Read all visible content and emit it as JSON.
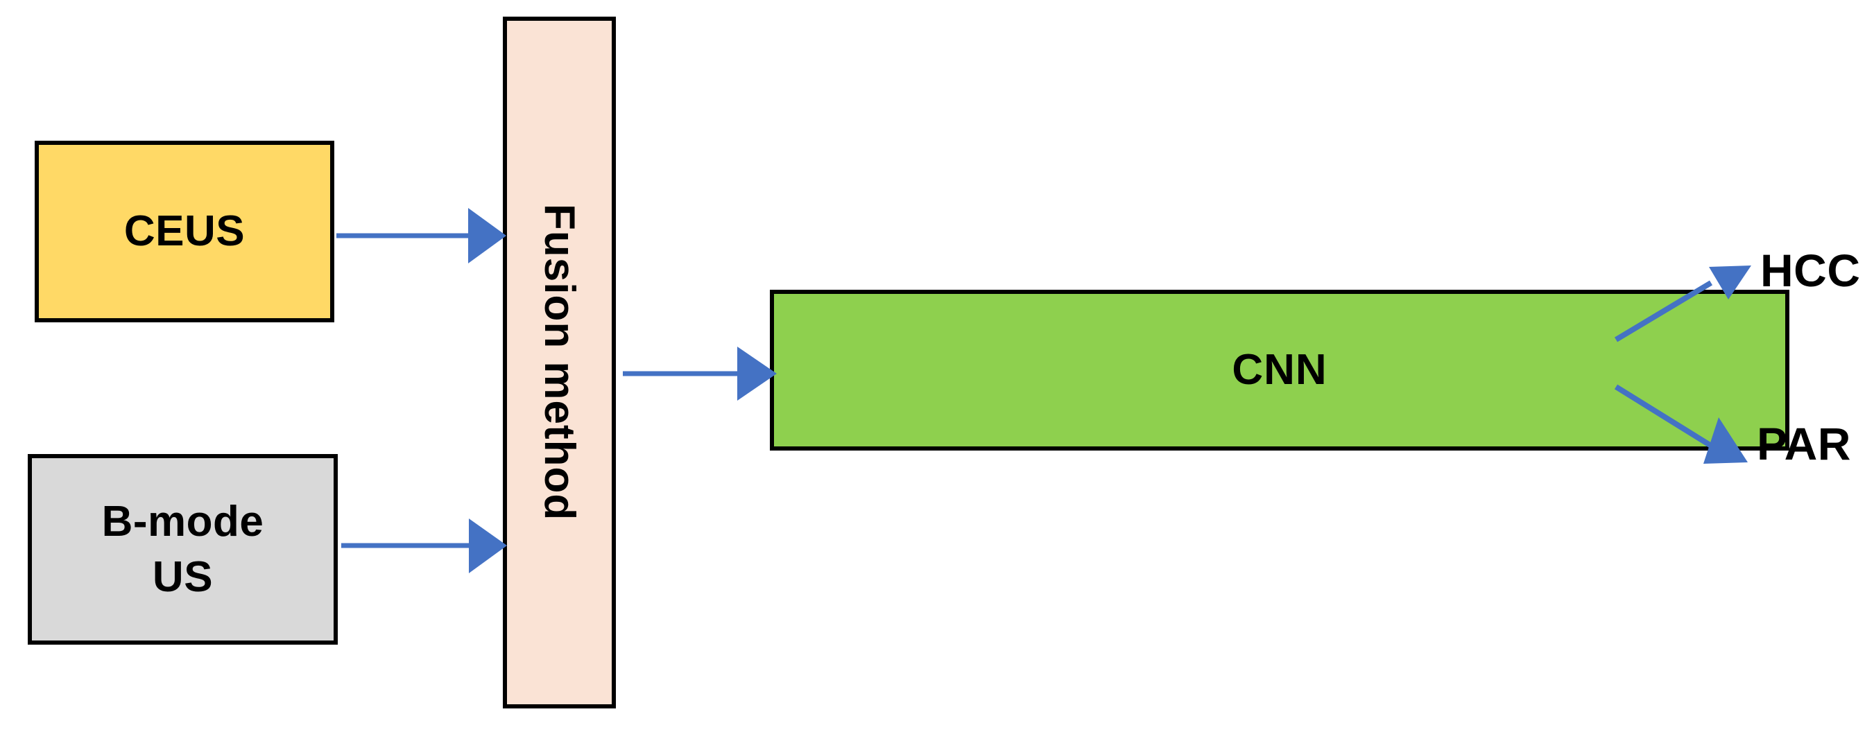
{
  "diagram": {
    "title": "CEUS and B-mode US fusion pipeline for CNN classification",
    "background_color": "#FFFFFF",
    "nodes": [
      {
        "id": "ceus",
        "label": "CEUS",
        "shape": "rectangle",
        "fill": "#FFD966",
        "border_color": "#000000",
        "text_color": "#000000"
      },
      {
        "id": "bmode",
        "label_line1": "B-mode",
        "label_line2": "US",
        "shape": "rectangle",
        "fill": "#D9D9D9",
        "border_color": "#000000",
        "text_color": "#000000"
      },
      {
        "id": "fusion",
        "label": "Fusion method",
        "shape": "rectangle-vertical",
        "orientation": "rotated-90-clockwise",
        "fill": "#FAE3D5",
        "border_color": "#000000",
        "text_color": "#000000"
      },
      {
        "id": "cnn",
        "label": "CNN",
        "shape": "rectangle",
        "fill": "#8ED04E",
        "border_color": "#000000",
        "text_color": "#000000"
      }
    ],
    "output_labels": [
      {
        "id": "hcc",
        "label": "HCC",
        "text_color": "#000000"
      },
      {
        "id": "par",
        "label": "PAR",
        "text_color": "#000000"
      }
    ],
    "edges": [
      {
        "id": "ceus-to-fusion",
        "from": "ceus",
        "to": "fusion",
        "style": "solid-arrow",
        "color": "#4472C4"
      },
      {
        "id": "bmode-to-fusion",
        "from": "bmode",
        "to": "fusion",
        "style": "solid-arrow",
        "color": "#4472C4"
      },
      {
        "id": "fusion-to-cnn",
        "from": "fusion",
        "to": "cnn",
        "style": "solid-arrow",
        "color": "#4472C4"
      },
      {
        "id": "cnn-to-hcc",
        "from": "cnn",
        "to": "hcc",
        "style": "solid-arrow",
        "color": "#4472C4"
      },
      {
        "id": "cnn-to-par",
        "from": "cnn",
        "to": "par",
        "style": "solid-arrow",
        "color": "#4472C4"
      }
    ],
    "colors": {
      "arrow_blue": "#4472C4",
      "yellow": "#FFD966",
      "gray": "#D9D9D9",
      "peach": "#FAE3D5",
      "green": "#8ED04E",
      "outline": "#000000"
    }
  }
}
